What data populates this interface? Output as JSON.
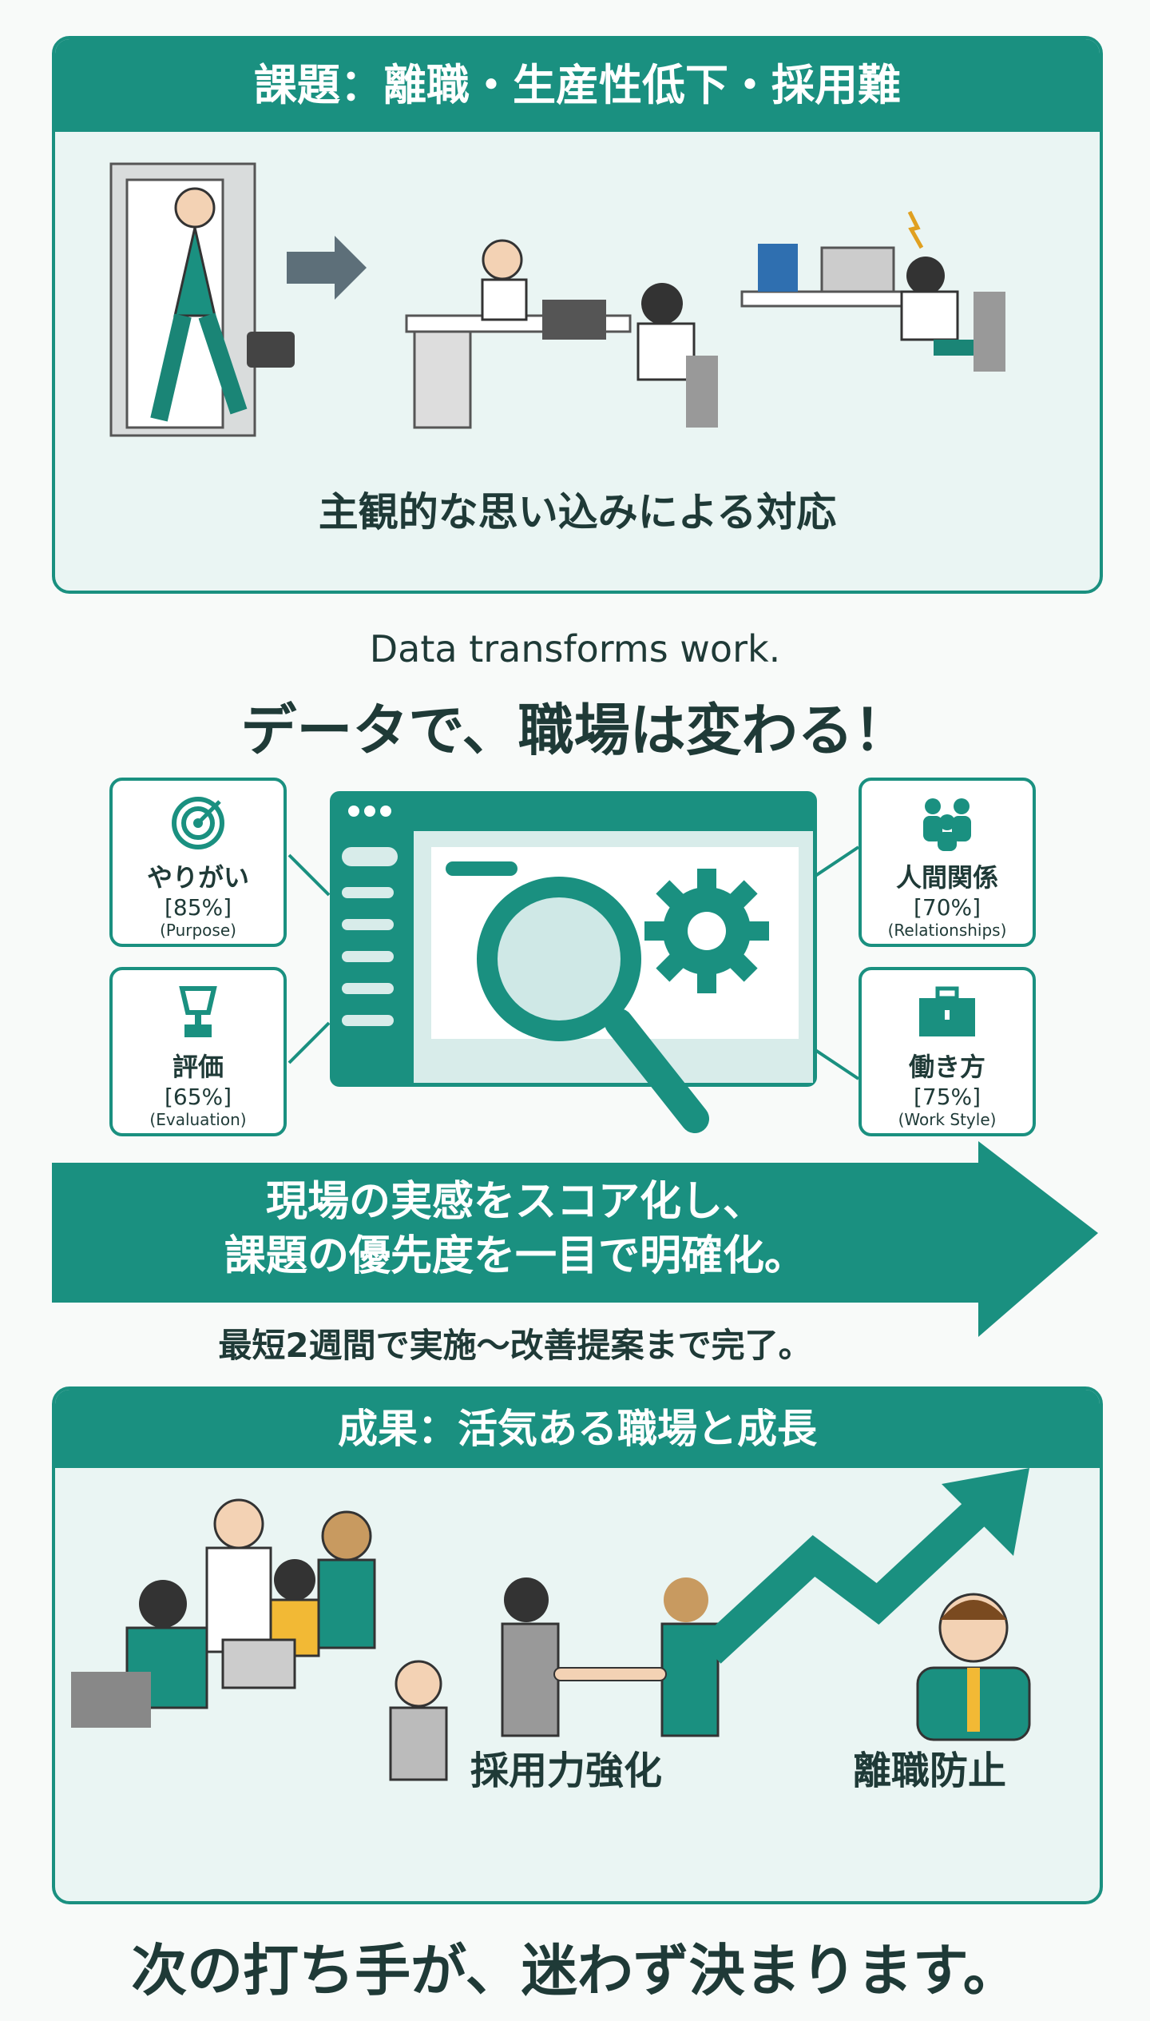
{
  "problem": {
    "title": "課題：離職・生産性低下・採用難",
    "caption": "主観的な思い込みによる対応"
  },
  "tagline": {
    "english": "Data transforms work.",
    "japanese": "データで、職場は変わる！"
  },
  "metrics": [
    {
      "label": "やりがい",
      "value": "[85%]",
      "english": "(Purpose)",
      "icon": "target-icon"
    },
    {
      "label": "評価",
      "value": "[65%]",
      "english": "(Evaluation)",
      "icon": "trophy-icon"
    },
    {
      "label": "人間関係",
      "value": "[70%]",
      "english": "(Relationships)",
      "icon": "people-icon"
    },
    {
      "label": "働き方",
      "value": "[75%]",
      "english": "(Work Style)",
      "icon": "briefcase-icon"
    }
  ],
  "arrow": {
    "line1": "現場の実感をスコア化し、",
    "line2": "課題の優先度を一目で明確化。",
    "note": "最短2週間で実施〜改善提案まで完了。"
  },
  "result": {
    "title": "成果：活気ある職場と成長",
    "labels": [
      "採用力強化",
      "離職防止"
    ]
  },
  "footer": "次の打ち手が、迷わず決まります。",
  "colors": {
    "accent": "#1a9080",
    "text": "#1f3a37",
    "panel": "#eaf5f3"
  }
}
